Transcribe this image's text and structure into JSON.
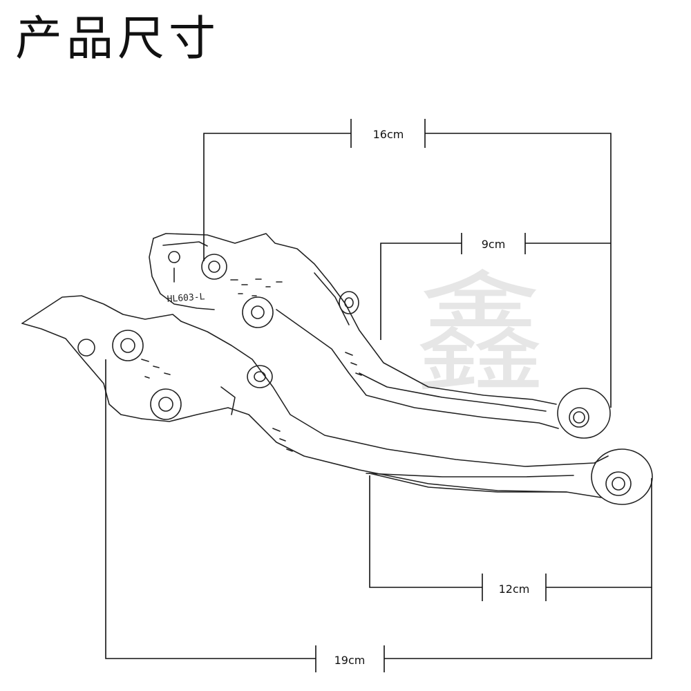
{
  "title": "产品尺寸",
  "part_marking": "HL603-L",
  "watermark": "鑫",
  "dimensions": {
    "top_overall": "16cm",
    "top_lever": "9cm",
    "bottom_lever": "12cm",
    "bottom_overall": "19cm"
  }
}
